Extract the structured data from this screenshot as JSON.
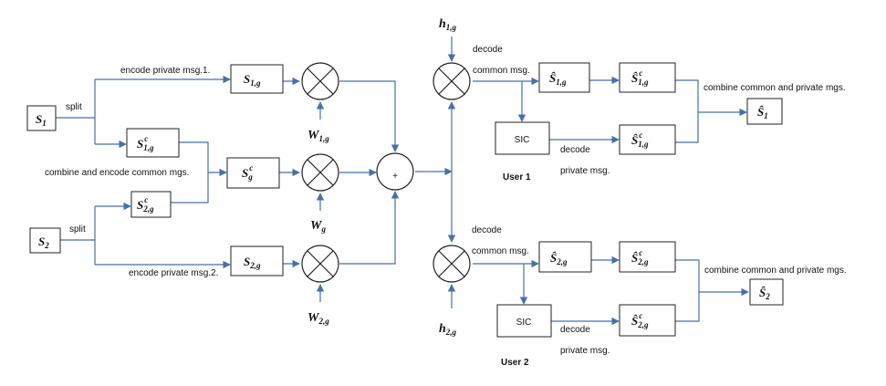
{
  "labels": {
    "split_1": "split",
    "split_2": "split",
    "encode_private_1": "encode private msg.1.",
    "encode_private_2": "encode private msg.2.",
    "combine_encode_common": "combine and encode common mgs.",
    "decode_1": "decode",
    "common_msg_1": "common msg.",
    "decode_private_1": "decode",
    "private_msg_1": "private msg.",
    "combine_private_1": "combine common and private mgs.",
    "user_1": "User 1",
    "decode_2": "decode",
    "common_msg_2": "common msg.",
    "decode_private_2": "decode",
    "private_msg_2": "private msg.",
    "combine_private_2": "combine common and private mgs.",
    "user_2": "User 2"
  },
  "symbols": {
    "s1": {
      "base": "S",
      "sub": "1"
    },
    "s2": {
      "base": "S",
      "sub": "2"
    },
    "s1g": {
      "base": "S",
      "sub": "1,g"
    },
    "s2g": {
      "base": "S",
      "sub": "2,g"
    },
    "s1gc": {
      "base": "S",
      "sup": "c",
      "sub": "1,g"
    },
    "s2gc": {
      "base": "S",
      "sup": "c",
      "sub": "2,g"
    },
    "sgc": {
      "base": "S",
      "sup": "c",
      "sub": "g"
    },
    "w1g": {
      "base": "W",
      "sub": "1,g"
    },
    "wg": {
      "base": "W",
      "sub": "g"
    },
    "w2g": {
      "base": "W",
      "sub": "2,g"
    },
    "h1g": {
      "base": "h",
      "sub": "1,g"
    },
    "h2g": {
      "base": "h",
      "sub": "2,g"
    },
    "shat1g": {
      "base": "Ŝ",
      "sub": "1,g"
    },
    "shat1gc_a": {
      "base": "Ŝ",
      "sup": "c",
      "sub": "1,g"
    },
    "shat1gc_b": {
      "base": "Ŝ",
      "sup": "c",
      "sub": "1,g"
    },
    "shat1": {
      "base": "Ŝ",
      "sub": "1"
    },
    "shat2g": {
      "base": "Ŝ",
      "sub": "2,g"
    },
    "shat2gc_a": {
      "base": "Ŝ",
      "sup": "c",
      "sub": "2,g"
    },
    "shat2gc_b": {
      "base": "Ŝ",
      "sup": "c",
      "sub": "2,g"
    },
    "shat2": {
      "base": "Ŝ",
      "sub": "2"
    },
    "sic_1": "SIC",
    "sic_2": "SIC",
    "plus": "+"
  }
}
